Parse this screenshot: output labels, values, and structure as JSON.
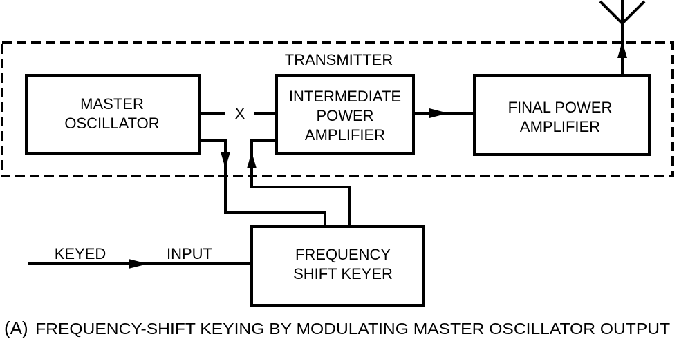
{
  "diagram": {
    "container_label": "TRANSMITTER",
    "blocks": {
      "master_oscillator": [
        "MASTER",
        "OSCILLATOR"
      ],
      "intermediate_amplifier": [
        "INTERMEDIATE",
        "POWER",
        "AMPLIFIER"
      ],
      "final_amplifier": [
        "FINAL POWER",
        "AMPLIFIER"
      ],
      "frequency_shift_keyer": [
        "FREQUENCY",
        "SHIFT KEYER"
      ]
    },
    "break_mark": "X",
    "input_labels": {
      "left": "KEYED",
      "right": "INPUT"
    },
    "caption": {
      "prefix": "(A)",
      "text": "FREQUENCY-SHIFT KEYING BY MODULATING MASTER OSCILLATOR OUTPUT"
    }
  }
}
